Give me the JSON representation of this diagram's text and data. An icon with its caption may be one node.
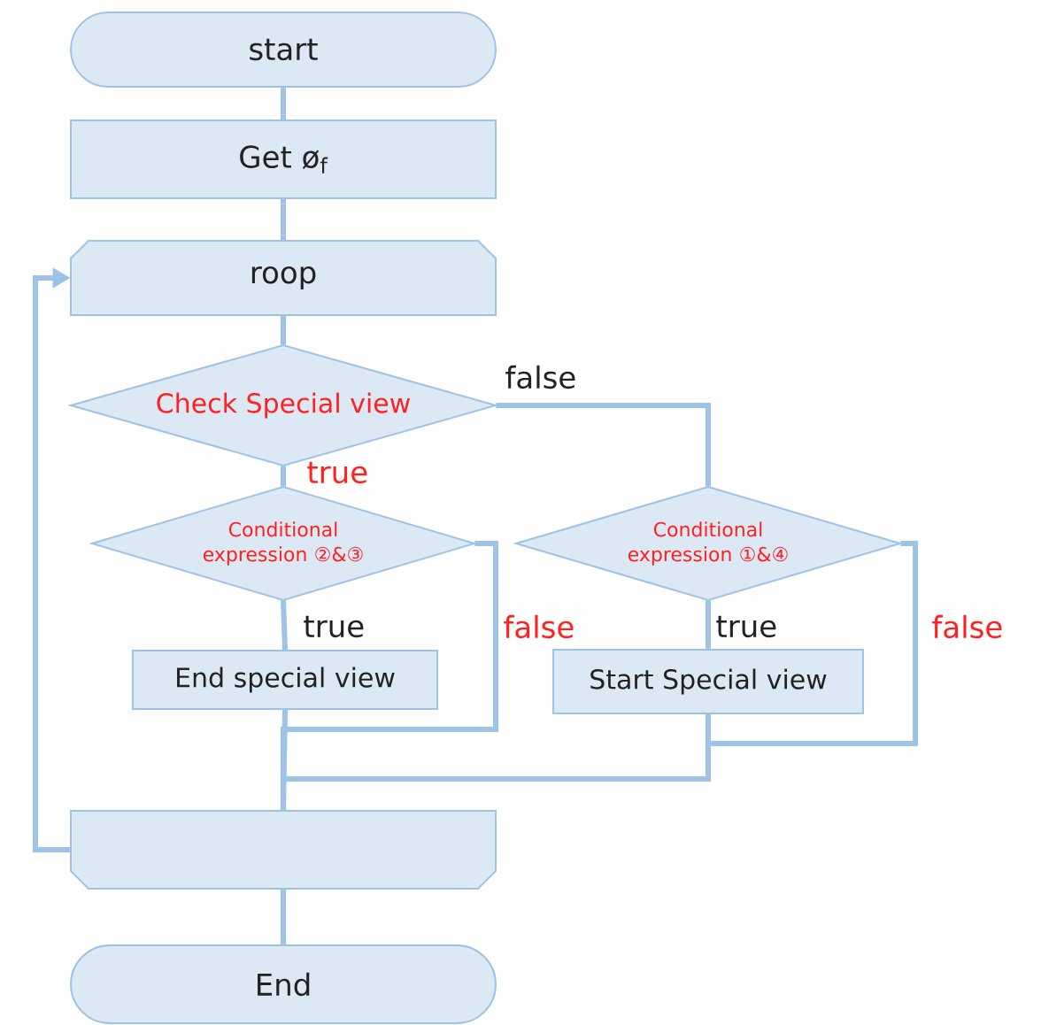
{
  "diagram": {
    "nodes": [
      {
        "text": [
          "start"
        ]
      },
      {
        "text": [
          "Get ø$_{f}$"
        ]
      },
      {
        "text": [
          "roop"
        ]
      },
      {
        "text": [
          "Check Special view"
        ]
      },
      {
        "text": [
          "Conditional expression ②&③"
        ]
      },
      {
        "text": [
          "End special view"
        ]
      },
      {
        "text": [
          "Conditional expression ①&④"
        ]
      },
      {
        "text": [
          "Start Special view"
        ]
      },
      {
        "text": [],
        "shape": "box"
      },
      {
        "text": [
          "End"
        ]
      }
    ],
    "edges": [
      {
        "from": 0,
        "to": 1,
        "arrow": "none"
      },
      {
        "from": 1,
        "to": 2,
        "arrow": "none"
      },
      {
        "from": 2,
        "to": 3,
        "arrow": "none"
      },
      {
        "from": 3,
        "to": 4,
        "arrow": "none",
        "label": "true"
      },
      {
        "from": 3,
        "to": 6,
        "arrow": "none",
        "label": "false"
      },
      {
        "from": 4,
        "to": 5,
        "arrow": "none",
        "label": "true"
      },
      {
        "from": 4,
        "to": 8,
        "arrow": "none",
        "label": "false"
      },
      {
        "from": 5,
        "to": 8,
        "arrow": "none"
      },
      {
        "from": 6,
        "to": 7,
        "arrow": "none",
        "label": "true"
      },
      {
        "from": 6,
        "to": 8,
        "arrow": "none",
        "label": "false"
      },
      {
        "from": 7,
        "to": 8,
        "arrow": "none"
      },
      {
        "from": 8,
        "to": 2,
        "arrow": "to"
      },
      {
        "from": 8,
        "to": 9,
        "arrow": "none"
      }
    ]
  }
}
